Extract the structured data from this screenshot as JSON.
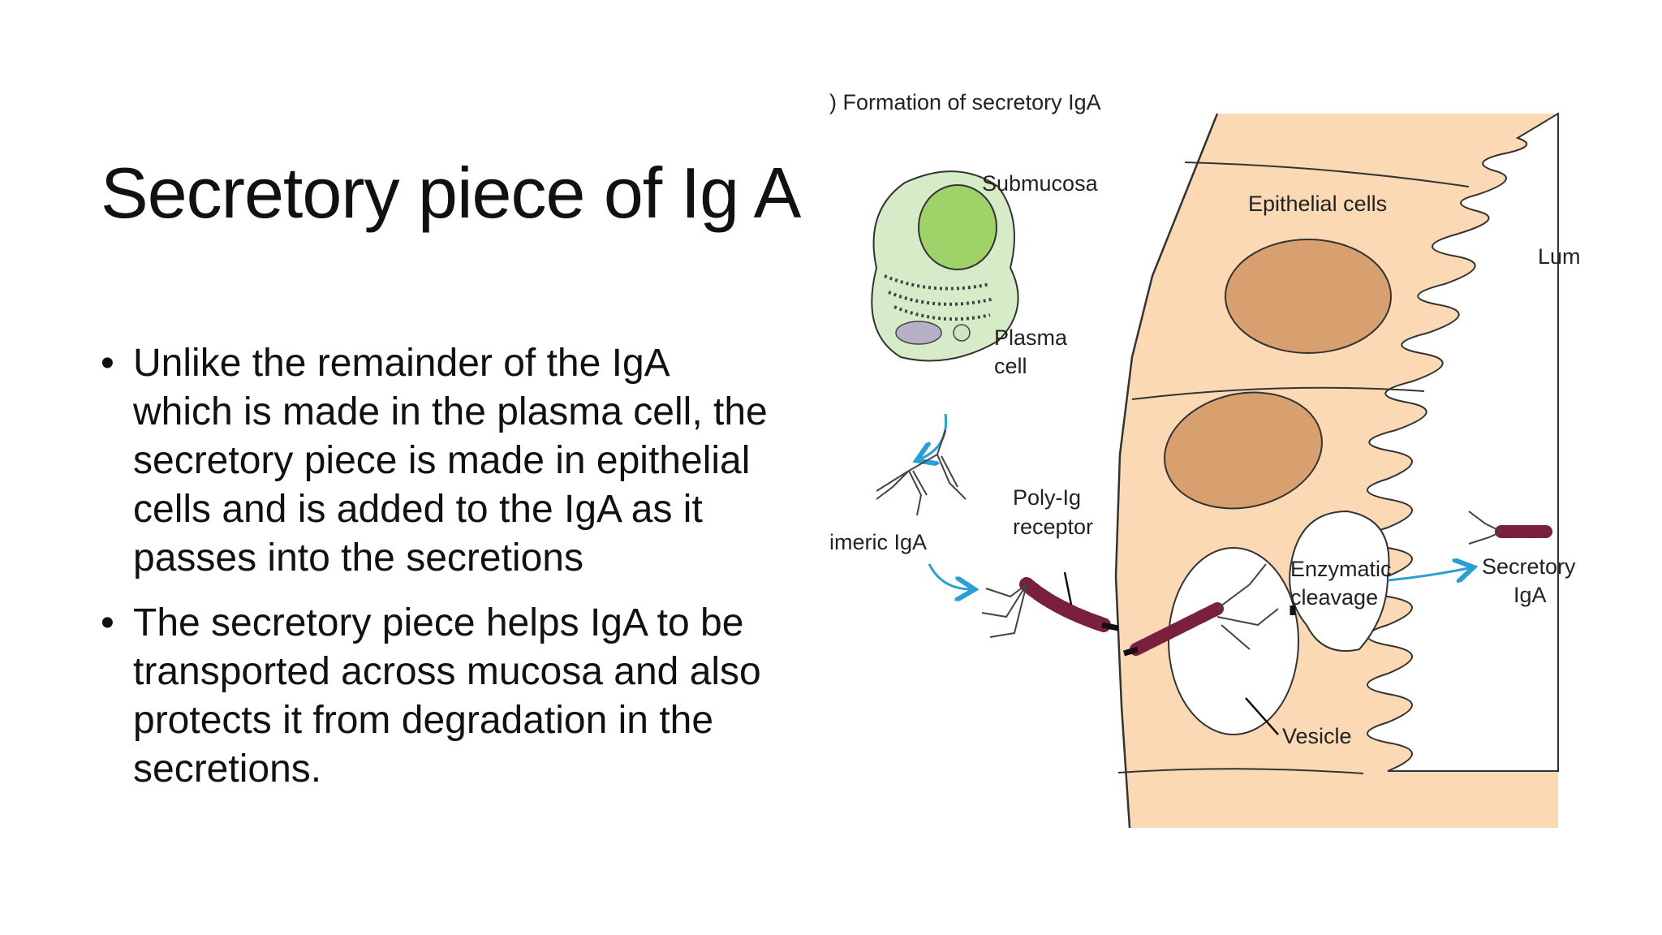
{
  "slide": {
    "title": "Secretory piece of Ig A",
    "bullets": [
      "Unlike the remainder of the IgA which is made in the plasma cell, the secretory piece is made in epithelial cells and is added to the IgA as it passes into the secretions",
      " The secretory piece helps IgA to be transported across mucosa and also protects it from degradation in the secretions."
    ]
  },
  "figure": {
    "heading": ") Formation of secretory IgA",
    "labels": {
      "submucosa": "Submucosa",
      "epithelial_cells": "Epithelial cells",
      "lumen": "Lum",
      "plasma_cell_line1": "Plasma",
      "plasma_cell_line2": "cell",
      "dimeric_iga": "imeric IgA",
      "polyig_line1": "Poly-Ig",
      "polyig_line2": "receptor",
      "enzymatic_line1": "Enzymatic",
      "enzymatic_line2": "cleavage",
      "secretory_line1": "Secretory",
      "secretory_line2": "IgA",
      "vesicle": "Vesicle"
    },
    "colors": {
      "epithelium": "#f9c99a",
      "nucleus": "#d9a06f",
      "plasma_cell": "#d6ecc8",
      "plasma_nucleus": "#9fd36a",
      "receptor": "#7a1f3d",
      "arrow": "#2a9fd6"
    }
  }
}
